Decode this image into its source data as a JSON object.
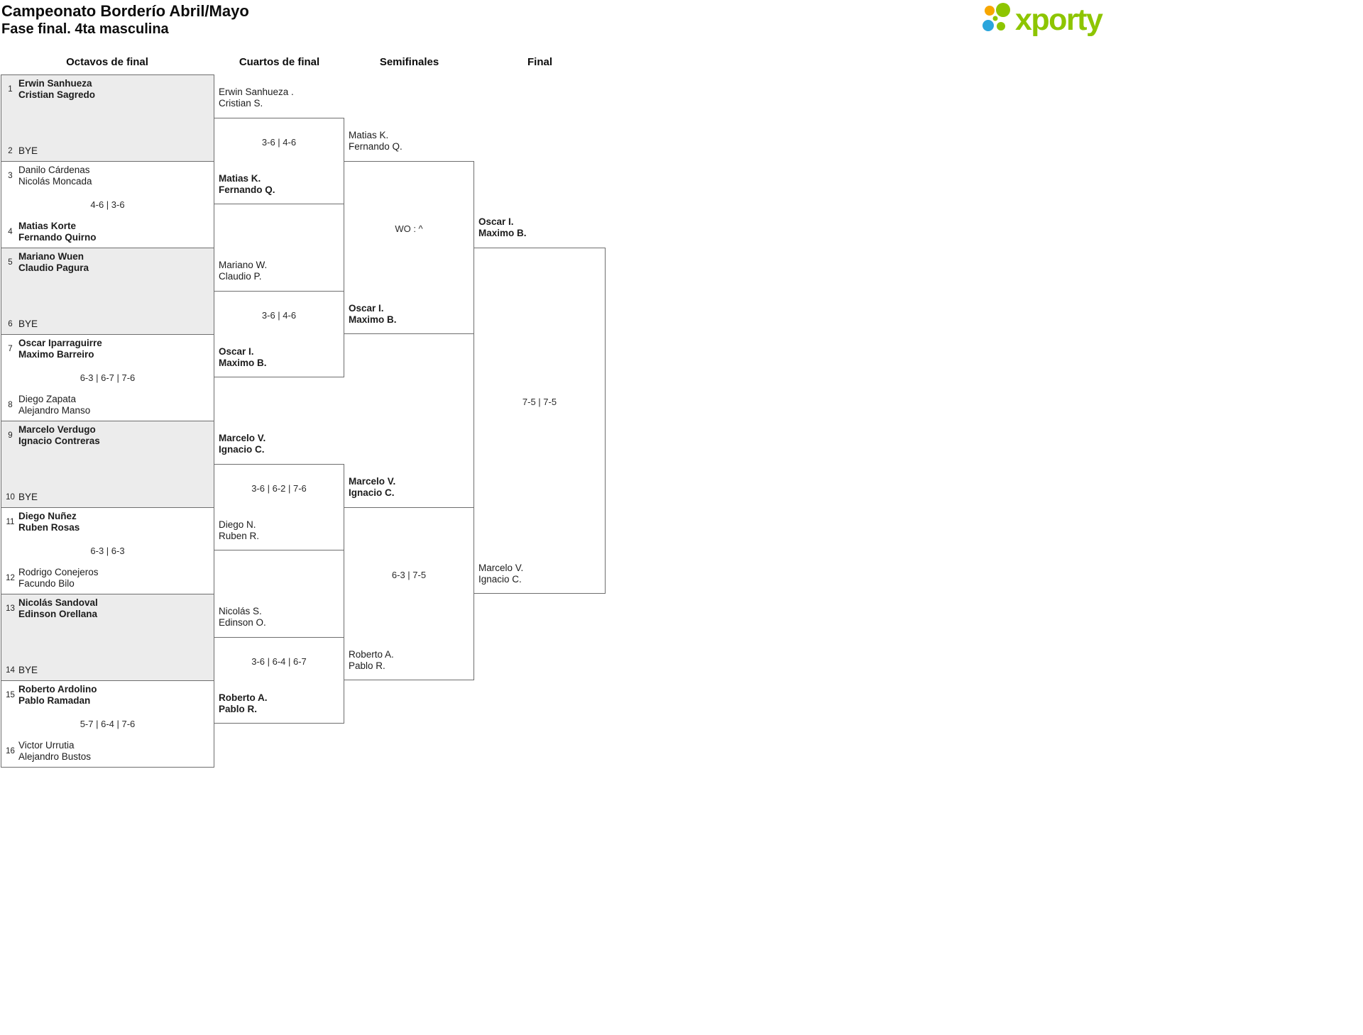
{
  "header": {
    "title_line1": "Campeonato Borderío Abril/Mayo",
    "title_line2": "Fase final. 4ta masculina"
  },
  "logo": {
    "text": "xporty",
    "brand_green": "#8dc500",
    "brand_orange": "#f7a600",
    "brand_blue": "#2aa5dc"
  },
  "columns": {
    "r16": "Octavos de final",
    "qf": "Cuartos de final",
    "sf": "Semifinales",
    "final": "Final"
  },
  "r16_matches": [
    {
      "seed_top": "1",
      "top1": "Erwin Sanhueza",
      "top2": "Cristian Sagredo",
      "score": "",
      "seed_bottom": "2",
      "bottom1": "BYE",
      "bottom2": ""
    },
    {
      "seed_top": "3",
      "top1": "Danilo Cárdenas",
      "top2": "Nicolás Moncada",
      "score": "4-6 | 3-6",
      "seed_bottom": "4",
      "bottom1": "Matias Korte",
      "bottom2": "Fernando Quirno"
    },
    {
      "seed_top": "5",
      "top1": "Mariano Wuen",
      "top2": "Claudio Pagura",
      "score": "",
      "seed_bottom": "6",
      "bottom1": "BYE",
      "bottom2": ""
    },
    {
      "seed_top": "7",
      "top1": "Oscar Iparraguirre",
      "top2": "Maximo Barreiro",
      "score": "6-3 | 6-7 | 7-6",
      "seed_bottom": "8",
      "bottom1": "Diego Zapata",
      "bottom2": "Alejandro Manso"
    },
    {
      "seed_top": "9",
      "top1": "Marcelo Verdugo",
      "top2": "Ignacio Contreras",
      "score": "",
      "seed_bottom": "10",
      "bottom1": "BYE",
      "bottom2": ""
    },
    {
      "seed_top": "11",
      "top1": "Diego Nuñez",
      "top2": "Ruben Rosas",
      "score": "6-3 | 6-3",
      "seed_bottom": "12",
      "bottom1": "Rodrigo Conejeros",
      "bottom2": "Facundo Bilo"
    },
    {
      "seed_top": "13",
      "top1": "Nicolás Sandoval",
      "top2": "Edinson Orellana",
      "score": "",
      "seed_bottom": "14",
      "bottom1": "BYE",
      "bottom2": ""
    },
    {
      "seed_top": "15",
      "top1": "Roberto Ardolino",
      "top2": "Pablo Ramadan",
      "score": "5-7 | 6-4 | 7-6",
      "seed_bottom": "16",
      "bottom1": "Victor Urrutia",
      "bottom2": "Alejandro Bustos"
    }
  ],
  "qf_matches": [
    {
      "top1": "Erwin Sanhueza .",
      "top2": "Cristian S.",
      "score": "3-6 | 4-6",
      "bottom1": "Matias K.",
      "bottom2": "Fernando Q."
    },
    {
      "top1": "Mariano W.",
      "top2": "Claudio P.",
      "score": "3-6 | 4-6",
      "bottom1": "Oscar I.",
      "bottom2": "Maximo B."
    },
    {
      "top1": "Marcelo V.",
      "top2": "Ignacio C.",
      "score": "3-6 | 6-2 | 7-6",
      "bottom1": "Diego N.",
      "bottom2": "Ruben R."
    },
    {
      "top1": "Nicolás S.",
      "top2": "Edinson O.",
      "score": "3-6 | 6-4 | 6-7",
      "bottom1": "Roberto A.",
      "bottom2": "Pablo R."
    }
  ],
  "sf_matches": [
    {
      "top1": "Matias K.",
      "top2": "Fernando Q.",
      "score": "WO : ^",
      "bottom1": "Oscar I.",
      "bottom2": "Maximo B."
    },
    {
      "top1": "Marcelo V.",
      "top2": "Ignacio C.",
      "score": "6-3 | 7-5",
      "bottom1": "Roberto A.",
      "bottom2": "Pablo R."
    }
  ],
  "final_match": {
    "top1": "Oscar I.",
    "top2": "Maximo B.",
    "score": "7-5 | 7-5",
    "bottom1": "Marcelo V.",
    "bottom2": "Ignacio C."
  }
}
